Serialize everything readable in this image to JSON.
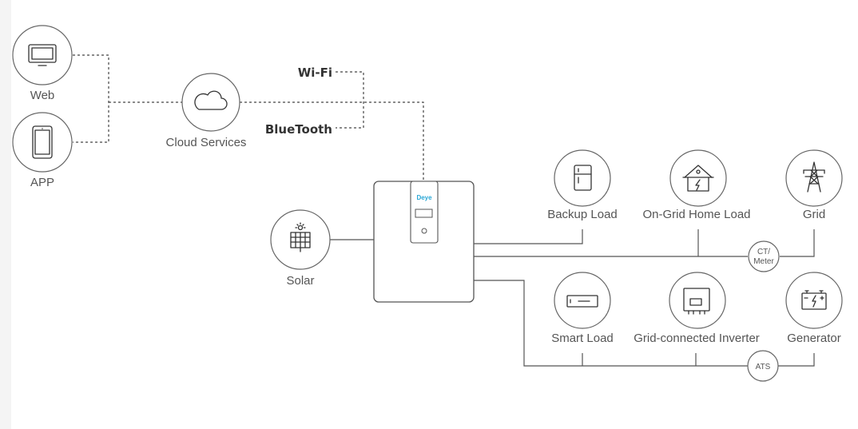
{
  "nodes": {
    "web": "Web",
    "app": "APP",
    "cloud": "Cloud Services",
    "solar": "Solar",
    "backup_load": "Backup Load",
    "on_grid_home_load": "On-Grid Home Load",
    "grid": "Grid",
    "smart_load": "Smart Load",
    "grid_connected_inverter": "Grid-connected Inverter",
    "generator": "Generator"
  },
  "connections": {
    "wifi": "Wi-Fi",
    "bluetooth": "BlueTooth",
    "ct_meter_line1": "CT/",
    "ct_meter_line2": "Meter",
    "ats": "ATS"
  },
  "inverter": {
    "brand": "Deye"
  },
  "colors": {
    "line": "#555555",
    "text": "#555555",
    "brand": "#2aa7d6"
  }
}
